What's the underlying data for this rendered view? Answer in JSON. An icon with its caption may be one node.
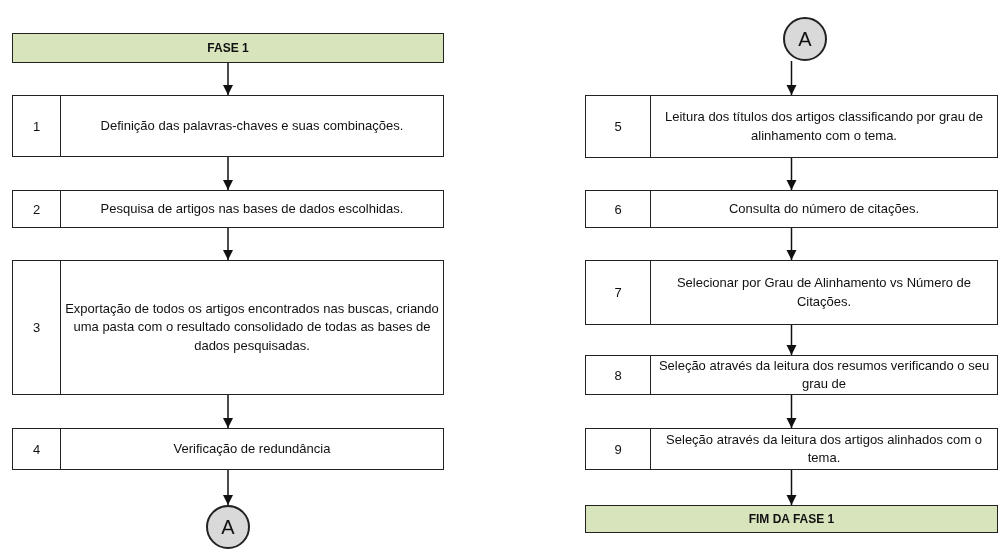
{
  "diagram": {
    "nodes": [
      {
        "text": [
          "FASE 1"
        ]
      },
      {
        "text": [
          "1",
          "Definição das palavras-chaves e suas combinações."
        ]
      },
      {
        "text": [
          "2",
          "Pesquisa de artigos nas bases de dados escolhidas."
        ]
      },
      {
        "text": [
          "3",
          "Exportação de todos os artigos encontrados nas buscas, criando uma pasta com o resultado consolidado de todas as bases de dados pesquisadas."
        ]
      },
      {
        "text": [
          "4",
          "Verificação de redundância"
        ]
      },
      {
        "text": [
          "A"
        ]
      },
      {
        "text": [
          "A"
        ]
      },
      {
        "text": [
          "5",
          "Leitura dos títulos dos artigos classificando por grau de alinhamento com o tema."
        ]
      },
      {
        "text": [
          "6",
          "Consulta do número de citações."
        ]
      },
      {
        "text": [
          "7",
          "Selecionar por Grau de Alinhamento vs Número de Citações."
        ]
      },
      {
        "text": [
          "8",
          "Seleção através da leitura dos resumos verificando o seu grau de"
        ]
      },
      {
        "text": [
          "9",
          "Seleção através da leitura dos artigos alinhados com o tema."
        ]
      },
      {
        "text": [
          "FIM DA FASE 1"
        ]
      }
    ],
    "edges": [
      {
        "from": 0,
        "to": 1,
        "arrow": "to"
      },
      {
        "from": 1,
        "to": 2,
        "arrow": "to"
      },
      {
        "from": 2,
        "to": 3,
        "arrow": "to"
      },
      {
        "from": 3,
        "to": 4,
        "arrow": "to"
      },
      {
        "from": 4,
        "to": 5,
        "arrow": "to"
      },
      {
        "from": 6,
        "to": 7,
        "arrow": "to"
      },
      {
        "from": 7,
        "to": 8,
        "arrow": "to"
      },
      {
        "from": 8,
        "to": 9,
        "arrow": "to"
      },
      {
        "from": 9,
        "to": 10,
        "arrow": "to"
      },
      {
        "from": 10,
        "to": 11,
        "arrow": "to"
      },
      {
        "from": 11,
        "to": 12,
        "arrow": "to"
      }
    ]
  }
}
